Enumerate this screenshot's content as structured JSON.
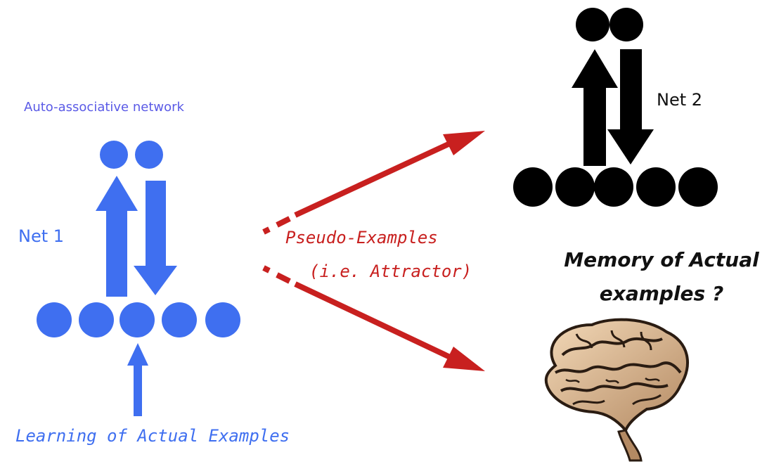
{
  "labels": {
    "auto_associative": "Auto-associative network",
    "net1": "Net 1",
    "net2": "Net 2",
    "pseudo_examples": "Pseudo-Examples",
    "attractor": "(i.e. Attractor)",
    "memory": "Memory of Actual examples ?",
    "learning": "Learning of Actual Examples"
  },
  "colors": {
    "net1_blue": "#3f6ff0",
    "net1_label_purple": "#5a5ae6",
    "pseudo_red": "#c8201f",
    "net2_black": "#000000"
  },
  "icons": {
    "brain": "brain-icon"
  }
}
